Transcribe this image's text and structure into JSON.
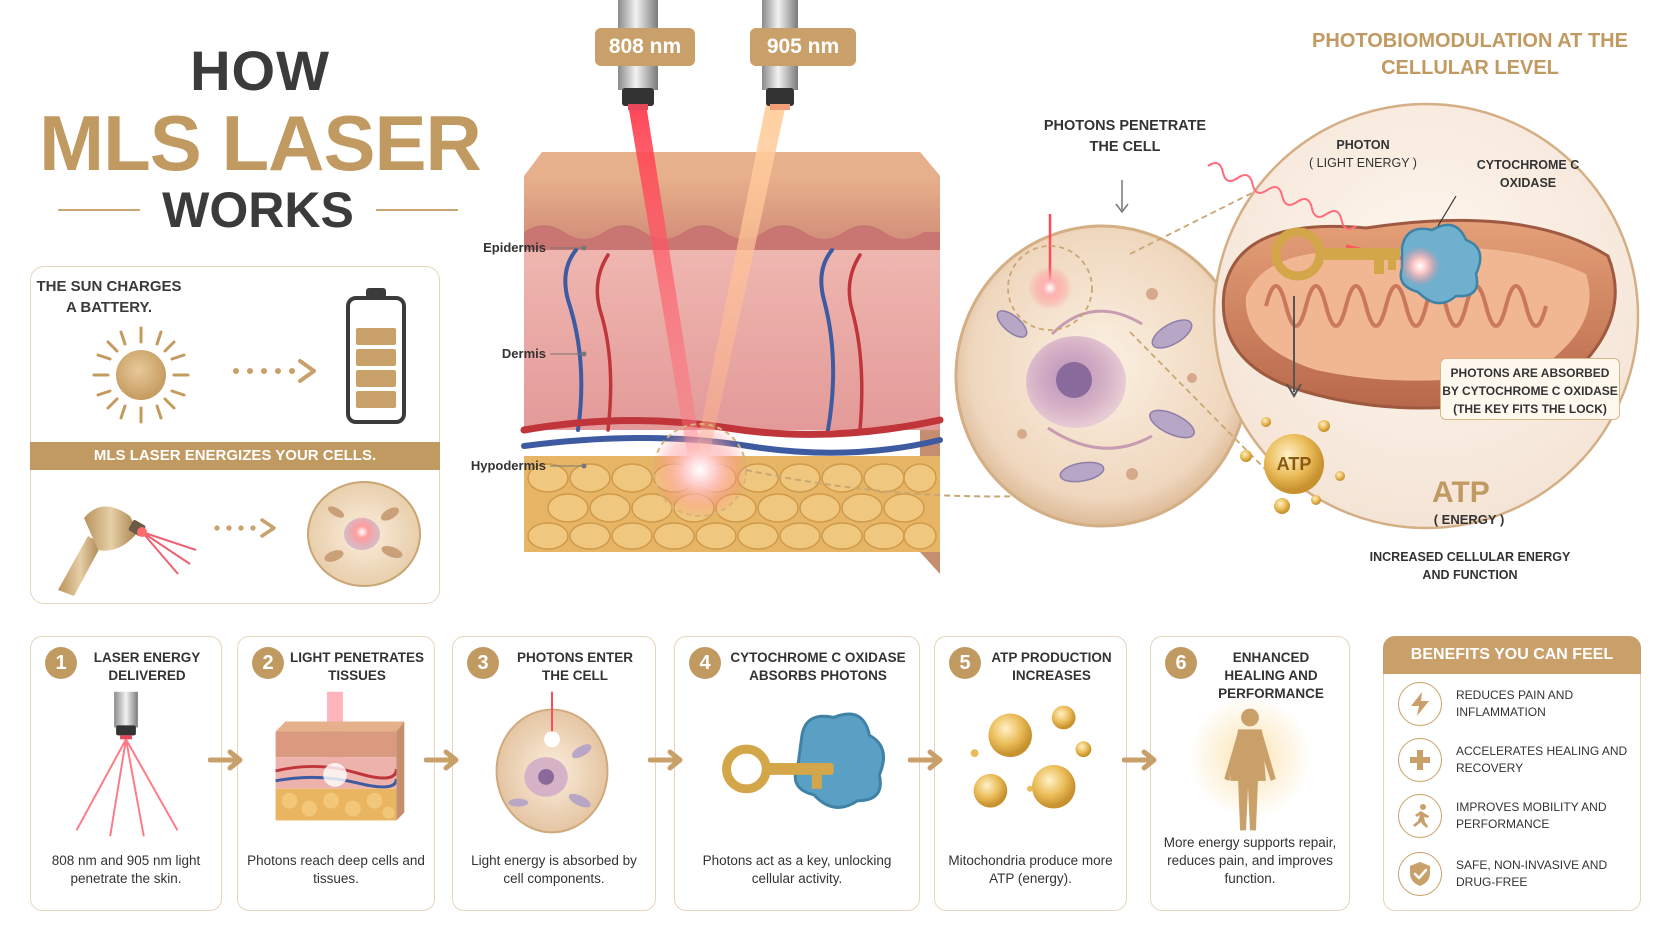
{
  "title": {
    "line1": "HOW",
    "line2": "MLS LASER",
    "line3": "WORKS"
  },
  "analogy": {
    "sun_text": "THE SUN CHARGES A BATTERY.",
    "band_text": "MLS LASER ENERGIZES YOUR CELLS."
  },
  "wavelengths": [
    "808 nm",
    "905 nm"
  ],
  "skin_layers": [
    "Epidermis",
    "Dermis",
    "Hypodermis"
  ],
  "cell_label": "PHOTONS PENETRATE THE CELL",
  "cellular": {
    "title": "PHOTOBIOMODULATION AT THE CELLULAR LEVEL",
    "photon_label": "PHOTON",
    "photon_sub": "( LIGHT ENERGY )",
    "enzyme_label": "CYTOCHROME C OXIDASE",
    "absorb_text": "PHOTONS ARE ABSORBED BY CYTOCHROME C OXIDASE (THE KEY FITS THE LOCK)",
    "atp_label": "ATP",
    "atp_sub": "( ENERGY )",
    "atp_caption": "INCREASED CELLULAR ENERGY AND FUNCTION",
    "atp_molecule": "ATP"
  },
  "steps": [
    {
      "num": "1",
      "title": "LASER ENERGY DELIVERED",
      "desc": "808 nm and 905 nm light penetrate the skin."
    },
    {
      "num": "2",
      "title": "LIGHT PENETRATES TISSUES",
      "desc": "Photons reach deep cells and tissues."
    },
    {
      "num": "3",
      "title": "PHOTONS ENTER THE CELL",
      "desc": "Light energy is absorbed by cell components."
    },
    {
      "num": "4",
      "title": "CYTOCHROME C OXIDASE ABSORBS PHOTONS",
      "desc": "Photons act as a key, unlocking cellular activity."
    },
    {
      "num": "5",
      "title": "ATP PRODUCTION INCREASES",
      "desc": "Mitochondria produce more ATP (energy)."
    },
    {
      "num": "6",
      "title": "ENHANCED HEALING AND PERFORMANCE",
      "desc": "More energy supports repair, reduces pain, and improves function."
    }
  ],
  "benefits": {
    "title": "BENEFITS YOU CAN FEEL",
    "items": [
      {
        "icon": "lightning-icon",
        "text": "REDUCES PAIN AND INFLAMMATION"
      },
      {
        "icon": "plus-icon",
        "text": "ACCELERATES HEALING AND RECOVERY"
      },
      {
        "icon": "runner-icon",
        "text": "IMPROVES MOBILITY AND PERFORMANCE"
      },
      {
        "icon": "shield-check-icon",
        "text": "SAFE, NON-INVASIVE AND DRUG-FREE"
      }
    ]
  },
  "colors": {
    "gold": "#c19a62",
    "dark": "#3b3b3b",
    "laser": "#e8485a",
    "border": "#e6d5bd"
  }
}
